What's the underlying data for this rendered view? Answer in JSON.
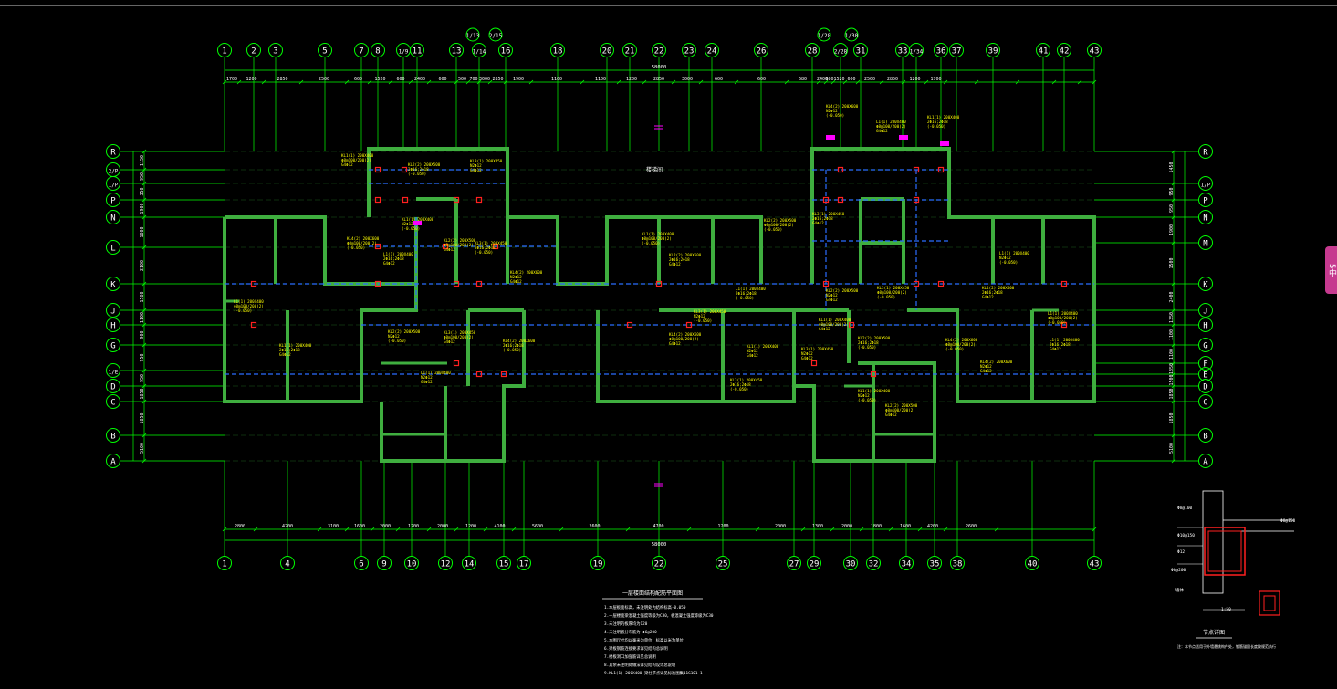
{
  "app": {
    "side_tab_label": "5中"
  },
  "colors": {
    "grid": "#00ff00",
    "wall": "#3fae3f",
    "dim": "#00ff00",
    "annot": "#ffff00",
    "column": "#ff2020",
    "beam": "#2b6cff",
    "white": "#ffffff",
    "magenta": "#ff00ff"
  },
  "axes": {
    "top": [
      {
        "label": "1"
      },
      {
        "label": "2"
      },
      {
        "label": "3"
      },
      {
        "label": "5"
      },
      {
        "label": "7"
      },
      {
        "label": "8"
      },
      {
        "label": "1/9"
      },
      {
        "label": "11"
      },
      {
        "label": "13"
      },
      {
        "label": "1/14"
      },
      {
        "label": "16"
      },
      {
        "label": "18"
      },
      {
        "label": "20"
      },
      {
        "label": "21"
      },
      {
        "label": "22"
      },
      {
        "label": "23"
      },
      {
        "label": "24"
      },
      {
        "label": "26"
      },
      {
        "label": "28"
      },
      {
        "label": "2/28"
      },
      {
        "label": "31"
      },
      {
        "label": "33"
      },
      {
        "label": "1/34"
      },
      {
        "label": "36"
      },
      {
        "label": "37"
      },
      {
        "label": "39"
      },
      {
        "label": "41"
      },
      {
        "label": "42"
      },
      {
        "label": "43"
      }
    ],
    "top_extra": [
      {
        "label": "1/13"
      },
      {
        "label": "2/15"
      },
      {
        "label": "1/28"
      },
      {
        "label": "1/30"
      }
    ],
    "bottom": [
      {
        "label": "1"
      },
      {
        "label": "4"
      },
      {
        "label": "6"
      },
      {
        "label": "9"
      },
      {
        "label": "10"
      },
      {
        "label": "12"
      },
      {
        "label": "14"
      },
      {
        "label": "15"
      },
      {
        "label": "17"
      },
      {
        "label": "19"
      },
      {
        "label": "22"
      },
      {
        "label": "25"
      },
      {
        "label": "27"
      },
      {
        "label": "29"
      },
      {
        "label": "30"
      },
      {
        "label": "32"
      },
      {
        "label": "34"
      },
      {
        "label": "35"
      },
      {
        "label": "38"
      },
      {
        "label": "40"
      },
      {
        "label": "43"
      }
    ],
    "left": [
      {
        "label": "R"
      },
      {
        "label": "2/P"
      },
      {
        "label": "1/P"
      },
      {
        "label": "P"
      },
      {
        "label": "N"
      },
      {
        "label": "L"
      },
      {
        "label": "K"
      },
      {
        "label": "J"
      },
      {
        "label": "H"
      },
      {
        "label": "G"
      },
      {
        "label": "1/E"
      },
      {
        "label": "D"
      },
      {
        "label": "C"
      },
      {
        "label": "B"
      },
      {
        "label": "A"
      }
    ],
    "right": [
      {
        "label": "R"
      },
      {
        "label": "1/P"
      },
      {
        "label": "P"
      },
      {
        "label": "N"
      },
      {
        "label": "M"
      },
      {
        "label": "K"
      },
      {
        "label": "J"
      },
      {
        "label": "H"
      },
      {
        "label": "G"
      },
      {
        "label": "F"
      },
      {
        "label": "E"
      },
      {
        "label": "D"
      },
      {
        "label": "C"
      },
      {
        "label": "B"
      },
      {
        "label": "A"
      }
    ]
  },
  "dimensions": {
    "total_top": "58000",
    "total_bottom": "58000",
    "top_segments": [
      "1700",
      "1200",
      "2850",
      "2500",
      "600",
      "1520",
      "600",
      "2400",
      "600",
      "500",
      "700",
      "3000",
      "2850",
      "1900",
      "1100",
      "1100",
      "1200",
      "2850",
      "3000",
      "600",
      "600",
      "680",
      "2400",
      "680",
      "1520",
      "600",
      "2500",
      "2850",
      "1200",
      "1700"
    ],
    "bottom_segments": [
      "2800",
      "4200",
      "3100",
      "1600",
      "2000",
      "1200",
      "2000",
      "1200",
      "4100",
      "5600",
      "2600",
      "4700",
      "1200",
      "2000",
      "1300",
      "2000",
      "1800",
      "1600",
      "4200",
      "2600"
    ],
    "left_segments": [
      "1150",
      "950",
      "350",
      "1900",
      "1800",
      "2100",
      "1580",
      "1100",
      "900",
      "950",
      "950",
      "1850",
      "1850",
      "5100"
    ],
    "right_segments": [
      "1450",
      "950",
      "950",
      "1900",
      "1500",
      "2400",
      "1350",
      "1100",
      "1100",
      "1350",
      "1500",
      "1850",
      "1850",
      "5100"
    ]
  },
  "plan": {
    "center_label": "楼梯间",
    "notes_title": "一层楼面结构配筋平面图",
    "notes": [
      "1.本层板面标高，未注明处为结构标高-0.050",
      "2.一层楼面梁混凝土强度等级为C30，板混凝土强度等级为C30",
      "3.未注明的板厚均为120",
      "4.未注明板分布筋为 Φ6@200",
      "5.本图尺寸均以毫米为单位，标高以米为单位",
      "6.梁板钢筋连接要求详见结构总说明",
      "7.楼板洞口加强筋详见总说明",
      "8.其余未注明处做法详见结构设计总说明",
      "9.KL1(1) 200X400 梁柱节点详见标准图集11G101-1"
    ]
  },
  "detail": {
    "title": "节点详图",
    "note": "注：本节点适用于外墙悬挑构件处，钢筋锚固长度按规范执行",
    "labels": [
      "Φ8@100",
      "Φ10@150",
      "Φ12",
      "Φ8@200",
      "墙体",
      "Φ8@150",
      "1:50"
    ]
  },
  "annotations": [
    "KL1(1) 200X400",
    "KL2(2) 200X500",
    "KL3(1) 200X450",
    "KL4(2) 200X600",
    "L1(1) 200X400",
    "Φ8@100/200(2)",
    "2Φ16;2Φ18",
    "N2Φ12",
    "G4Φ12",
    "(-0.050)"
  ]
}
